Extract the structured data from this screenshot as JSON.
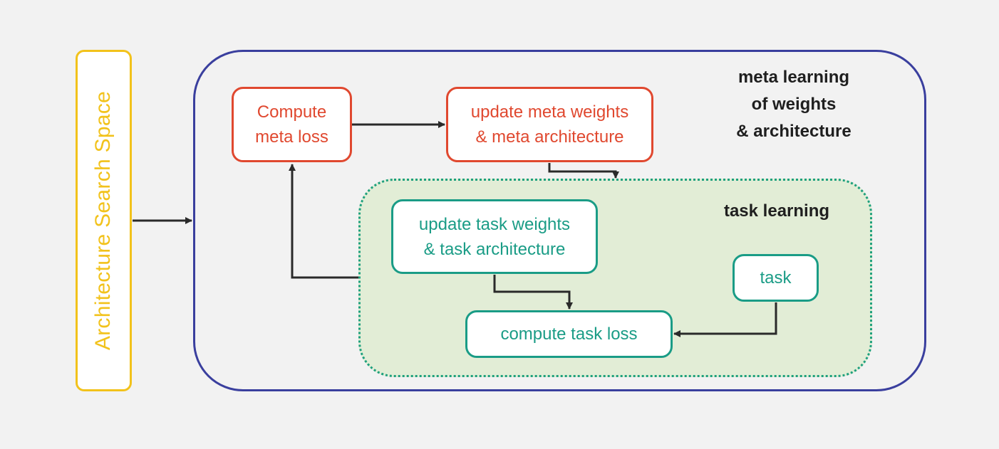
{
  "architecture_panel": {
    "label": "Architecture Search Space"
  },
  "meta_region": {
    "title_lines": [
      "meta learning",
      "of weights",
      "& architecture"
    ]
  },
  "task_region": {
    "title": "task learning"
  },
  "nodes": {
    "compute_meta_loss": {
      "lines": [
        "Compute",
        "meta loss"
      ]
    },
    "update_meta": {
      "lines": [
        "update meta weights",
        "& meta architecture"
      ]
    },
    "update_task": {
      "lines": [
        "update task weights",
        "& task architecture"
      ]
    },
    "task": {
      "label": "task"
    },
    "compute_task_loss": {
      "label": "compute task loss"
    }
  },
  "colors": {
    "arch_yellow": "#f2c21b",
    "meta_border_blue": "#3a3f9e",
    "meta_node_red": "#e0482f",
    "task_node_teal": "#1a9c86",
    "task_region_fill": "#e2edd6",
    "arrow": "#2a2a2a"
  }
}
